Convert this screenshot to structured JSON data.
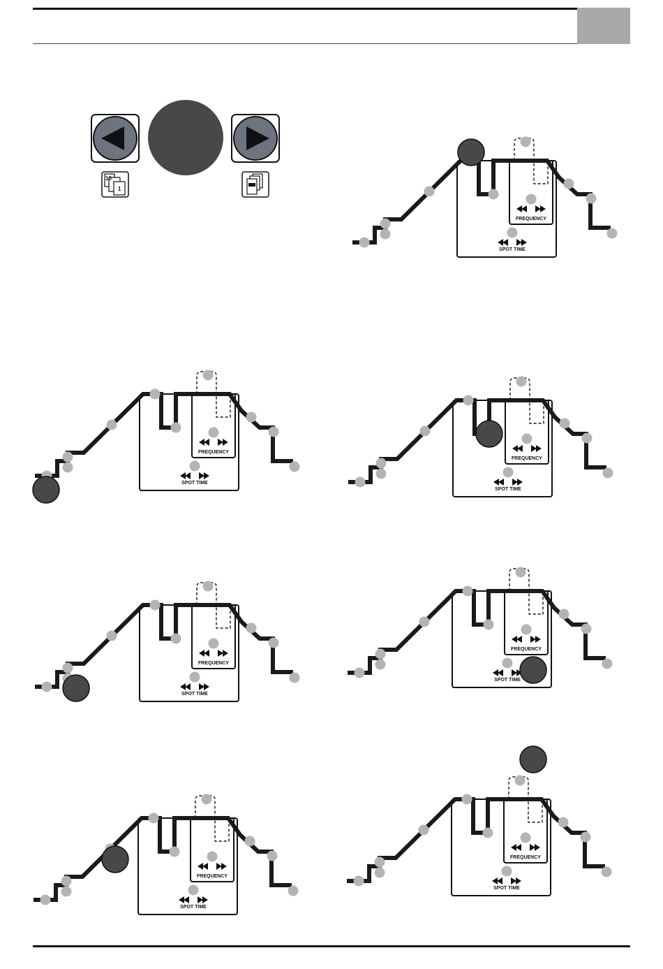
{
  "header": {
    "tab_color": "#a9a9a9"
  },
  "controls": {
    "prev_button_icon": "triangle-left-icon",
    "next_button_icon": "triangle-right-icon",
    "center_knob_color": "#4a4747",
    "button_fill": "#6d7480",
    "prev_sub_icon": "first-page-icon",
    "prev_sub_label_top": "10",
    "prev_sub_label_bottom": "1",
    "next_sub_icon": "page-stack-icon"
  },
  "diagram_labels": {
    "frequency": "FREQUENCY",
    "spot_time": "SPOT TIME"
  },
  "colors": {
    "trace": "#1a1a1a",
    "node": "#b4b4b4",
    "cursor": "#4a4747"
  },
  "panels": [
    {
      "id": "p1",
      "cursor_on_node": "top-left-corner"
    },
    {
      "id": "p2",
      "cursor_on_node": "start"
    },
    {
      "id": "p3",
      "cursor_on_node": "valley"
    },
    {
      "id": "p4",
      "cursor_on_node": "first-step"
    },
    {
      "id": "p5",
      "cursor_on_node": "spot-time"
    },
    {
      "id": "p6",
      "cursor_on_node": "ramp-up"
    },
    {
      "id": "p7",
      "cursor_on_node": "pulse-top"
    }
  ]
}
